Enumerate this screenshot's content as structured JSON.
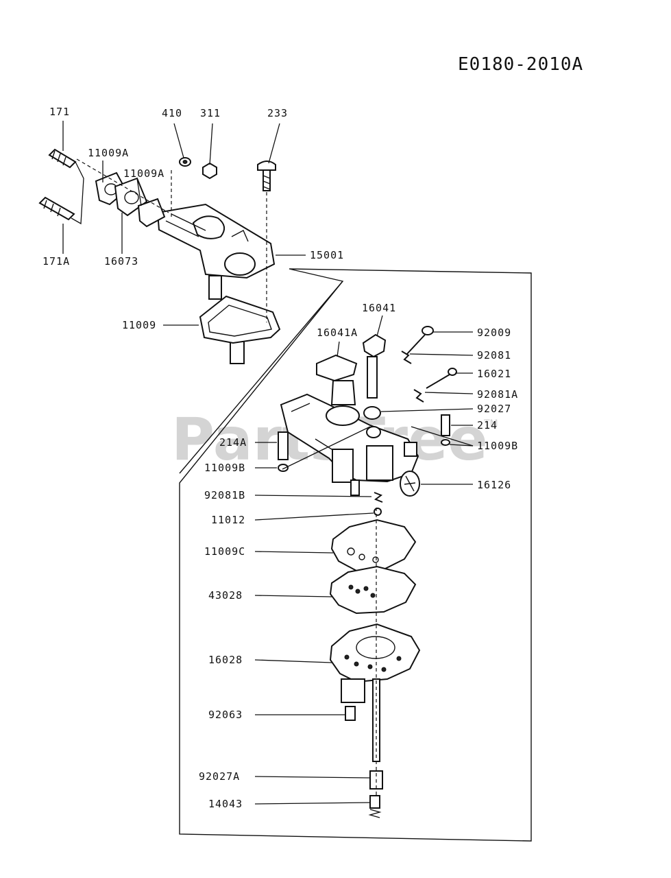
{
  "drawing_id": "E0180-2010A",
  "watermark": {
    "text": "PartsTree",
    "trademark": "TM"
  },
  "callouts": {
    "p171": "171",
    "p171A": "171A",
    "p11009A_1": "11009A",
    "p11009A_2": "11009A",
    "p16073": "16073",
    "p410": "410",
    "p311": "311",
    "p233": "233",
    "p15001": "15001",
    "p11009": "11009",
    "p16041": "16041",
    "p16041A": "16041A",
    "p92009": "92009",
    "p92081": "92081",
    "p16021": "16021",
    "p92081A": "92081A",
    "p92027": "92027",
    "p214": "214",
    "p11009B_r": "11009B",
    "p214A": "214A",
    "p11009B_l": "11009B",
    "p16126": "16126",
    "p92081B": "92081B",
    "p11012": "11012",
    "p11009C": "11009C",
    "p43028": "43028",
    "p16028": "16028",
    "p92063": "92063",
    "p92027A": "92027A",
    "p14043": "14043"
  }
}
